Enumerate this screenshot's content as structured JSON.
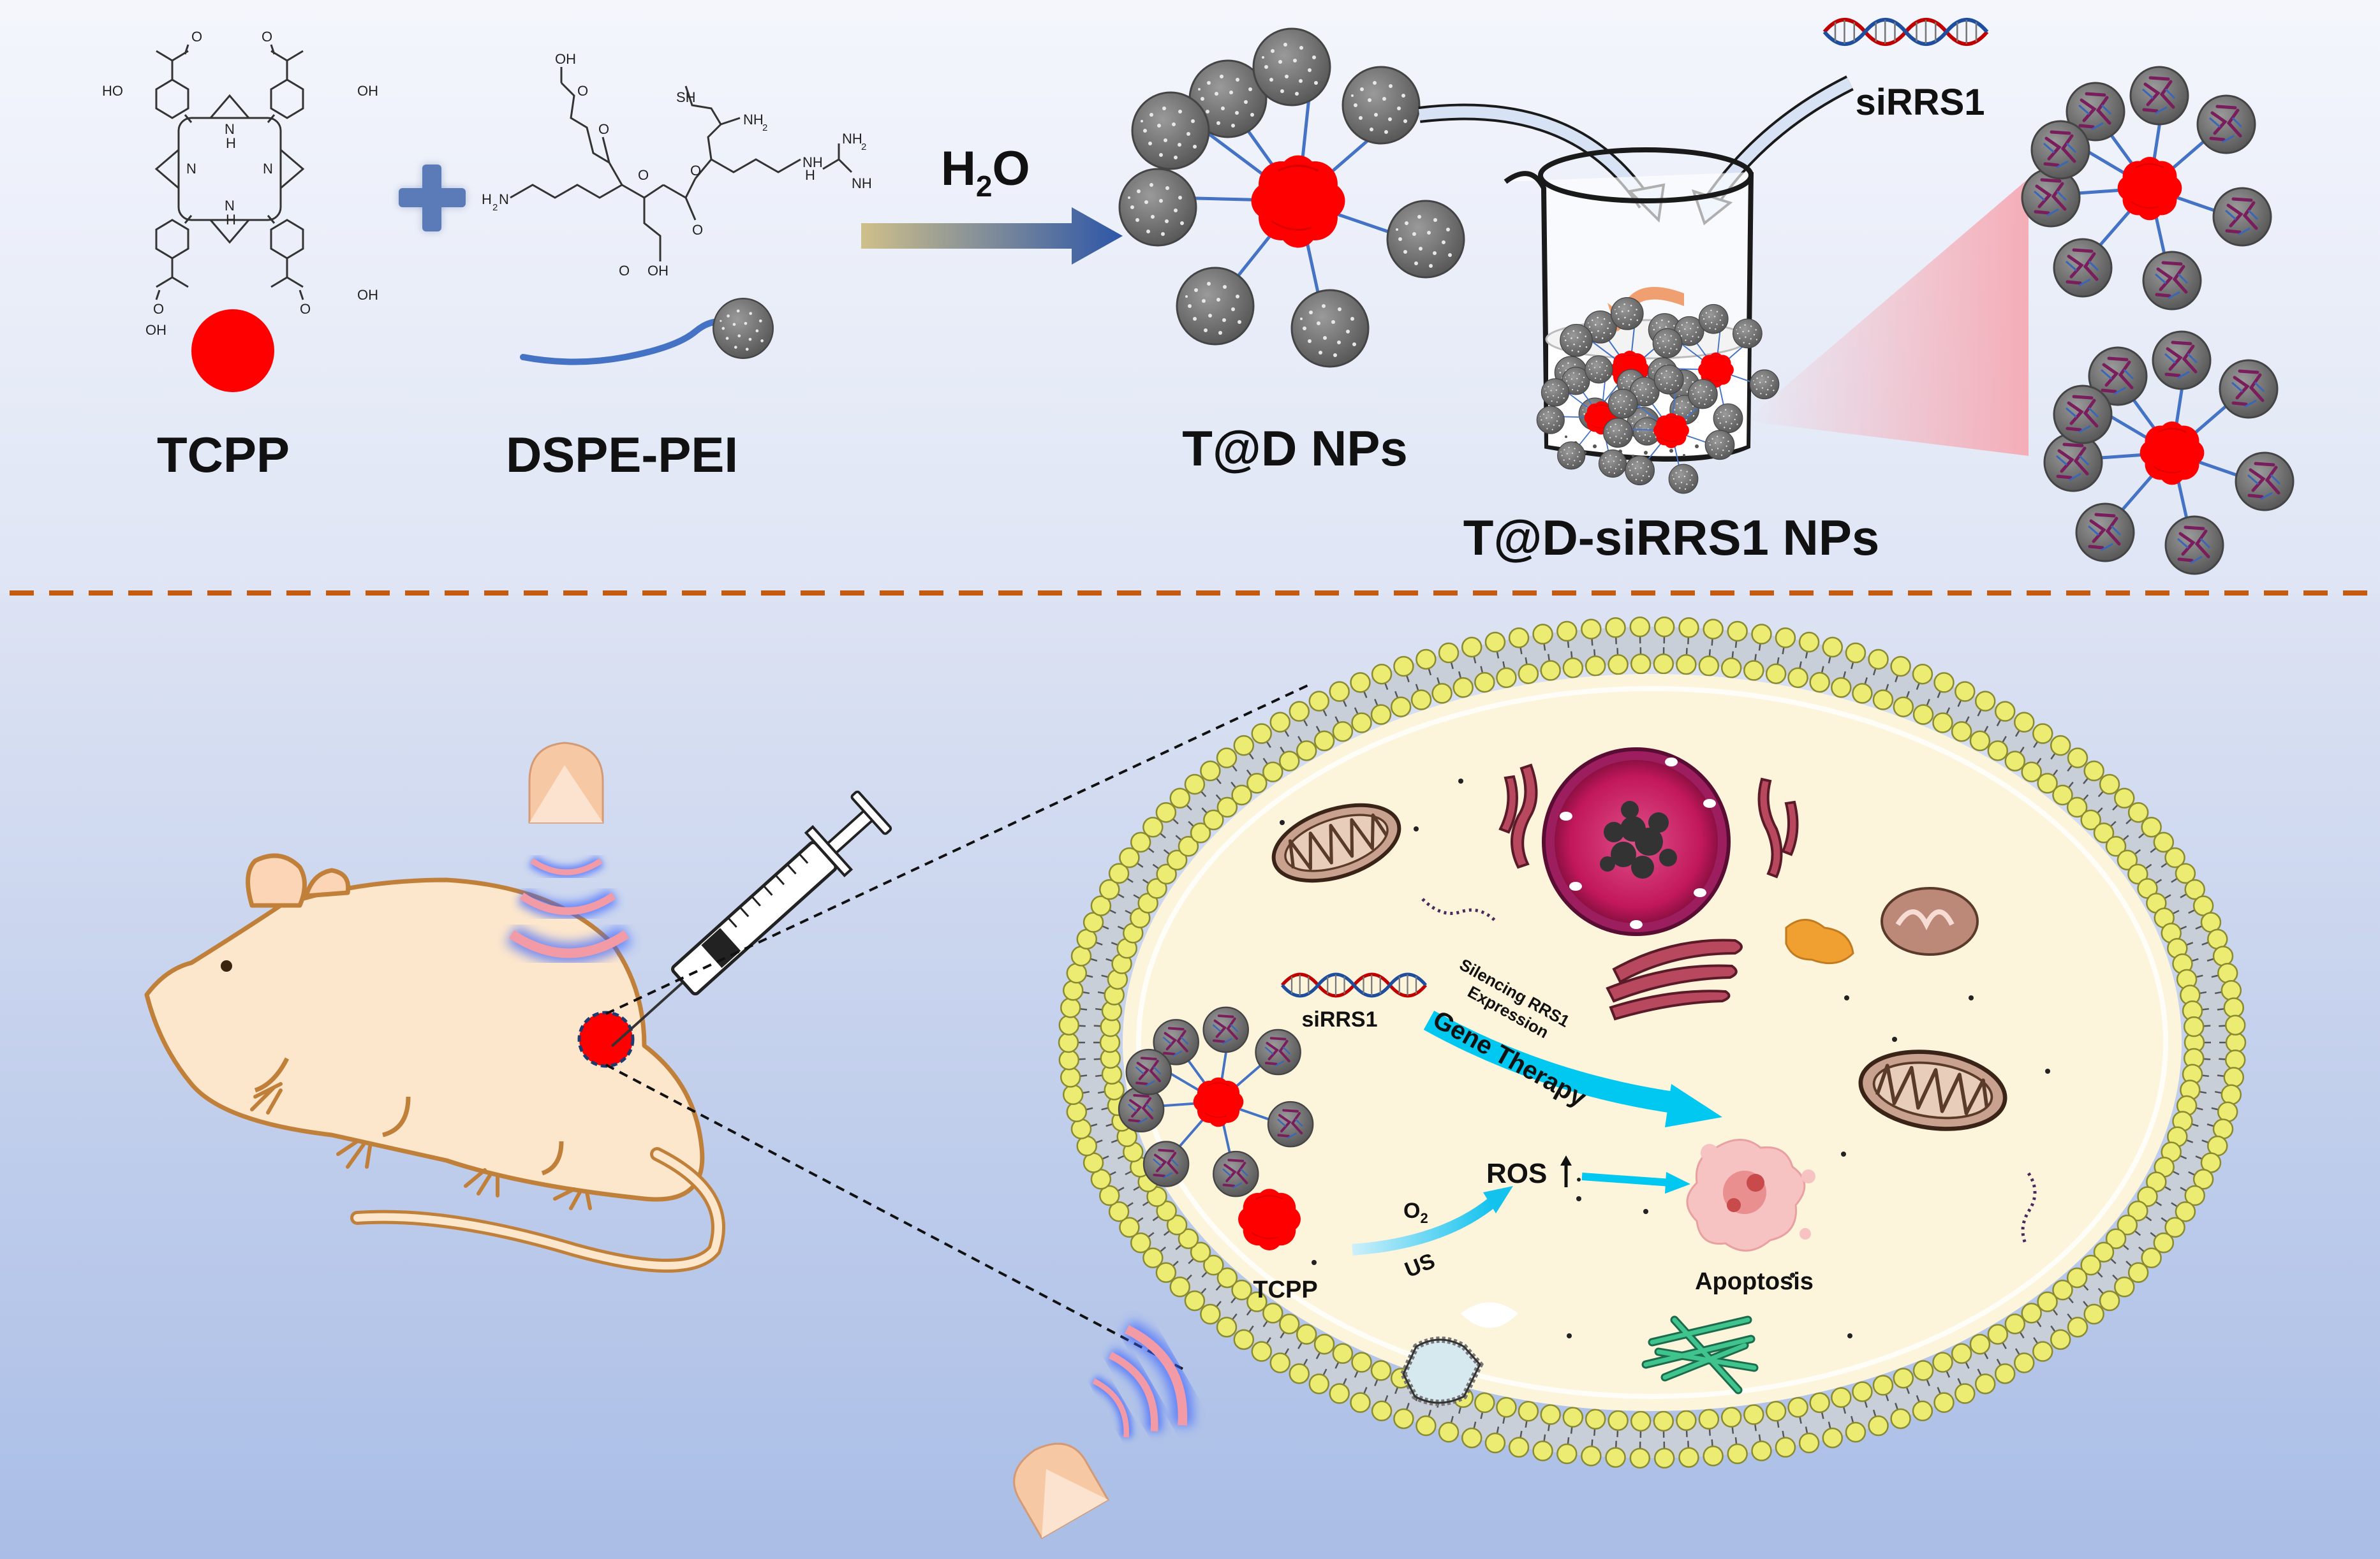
{
  "synthesis": {
    "tcpp_label": "TCPP",
    "dspe_label": "DSPE-PEI",
    "solvent_main": "H",
    "solvent_sub": "2",
    "solvent_tail": "O",
    "td_label": "T@D NPs",
    "sirna_label": "siRRS1",
    "product_label": "T@D-siRRS1 NPs"
  },
  "chem": {
    "cooh_top_left": "HO",
    "o_tl": "O",
    "o_tr": "O",
    "oh_top_right": "OH",
    "o_bl": "O",
    "oh_bottom_left": "OH",
    "o_br": "O",
    "oh_bottom_right": "OH",
    "nh": "N",
    "h_atom": "H",
    "n_left": "N",
    "n_right": "N",
    "n_bottom": "N",
    "h_bottom": "H",
    "sh": "SH",
    "nh2_a": "NH",
    "nh2_a_sub": "2",
    "oh_pep_top": "OH",
    "o_pep_top": "O",
    "h2n": "H",
    "h2n_sub": "2",
    "h2n_n": "N",
    "o1": "O",
    "o2": "O",
    "o3": "O",
    "o4": "O",
    "nh_guan": "NH",
    "h_guan": "H",
    "nh2_guan": "NH",
    "nh2_guan_sub": "2",
    "nh_guan2": "NH",
    "oh_pep_bottom": "OH",
    "o_pep_bottom": "O"
  },
  "cell": {
    "sirna_label": "siRRS1",
    "silencing_line1": "Silencing RRS1",
    "silencing_line2": "Expression",
    "gene_therapy": "Gene Therapy",
    "ros": "ROS",
    "o2_main": "O",
    "o2_sub": "2",
    "us": "US",
    "tcpp": "TCPP",
    "apoptosis": "Apoptosis"
  },
  "colors": {
    "red": "#ff0000",
    "blue_linker": "#4472c4",
    "cyan_arrow": "#00c8f0",
    "separator": "#c55a11",
    "cytoplasm": "#fdf4dc",
    "membrane_head": "#ecec72"
  }
}
